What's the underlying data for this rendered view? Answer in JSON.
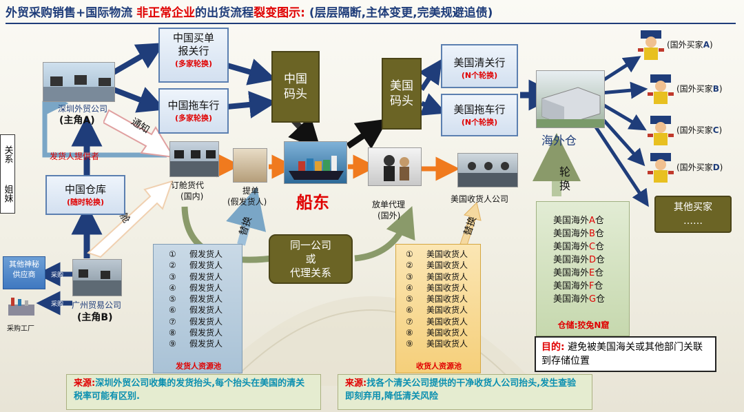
{
  "title": {
    "part1": "外贸采购销售+国际物流",
    "part2": "非正常企业",
    "part3": "的出货流程",
    "part4": "裂变图示:",
    "part5": "(层层隔断,主体变更,完美规避追债)"
  },
  "left": {
    "sz_company": "深圳外贸公司",
    "role_a": "(主角A)",
    "relation": "关系",
    "sisters": "姐妹",
    "shipper_provider": "发货人提供者",
    "warehouse": "中国仓库",
    "warehouse_sub": "(随时轮换)",
    "other_supplier": "其他神秘供应商",
    "factory": "采购工厂",
    "purchase1": "采购",
    "purchase2": "采购",
    "gz_company": "广州贸易公司",
    "role_b": "(主角B)"
  },
  "china": {
    "customs_broker": "中国买单报关行",
    "customs_sub": "(多家轮换)",
    "trucking": "中国拖车行",
    "trucking_sub": "(多家轮换)",
    "port": "中国码头",
    "notify": "通知",
    "booking": "订舱",
    "forwarder": "订舱货代",
    "forwarder_sub": "(国内)",
    "bl": "提单",
    "bl_sub": "(假发货人)",
    "ship_owner": "船东",
    "replace": "替换",
    "shipper_pool": [
      "假发货人",
      "假发货人",
      "假发货人",
      "假发货人",
      "假发货人",
      "假发货人",
      "假发货人",
      "假发货人",
      "假发货人"
    ],
    "shipper_pool_title": "发货人资源池"
  },
  "middle": {
    "same_company": "同一公司",
    "or": "或",
    "agent_relation": "代理关系"
  },
  "usa": {
    "port": "美国码头",
    "customs": "美国清关行",
    "customs_sub": "(N个轮换)",
    "trucking": "美国拖车行",
    "trucking_sub": "(N个轮换)",
    "release_agent": "放单代理",
    "release_sub": "(国外)",
    "consignee_company": "美国收货人公司",
    "replace": "替换",
    "consignee_pool": [
      "美国收货人",
      "美国收货人",
      "美国收货人",
      "美国收货人",
      "美国收货人",
      "美国收货人",
      "美国收货人",
      "美国收货人",
      "美国收货人"
    ],
    "consignee_pool_title": "收货人资源池",
    "overseas_wh": "海外仓",
    "rotate": "轮换",
    "warehouses": [
      "美国海外",
      "美国海外",
      "美国海外",
      "美国海外",
      "美国海外",
      "美国海外",
      "美国海外"
    ],
    "warehouse_letters": [
      "A",
      "B",
      "C",
      "D",
      "E",
      "F",
      "G"
    ],
    "warehouse_suffix": "仓",
    "storage": "仓储:狡兔N窟"
  },
  "buyers": {
    "list": [
      "(国外买家",
      "(国外买家",
      "(国外买家",
      "(国外买家"
    ],
    "letters": [
      "A",
      "B",
      "C",
      "D"
    ],
    "close": ")",
    "other": "其他买家",
    "dots": "……"
  },
  "purpose": {
    "label": "目的:",
    "text": "避免被美国海关或其他部门关联到存储位置"
  },
  "notes": {
    "left_label": "来源:",
    "left_text": "深圳外贸公司收集的发货抬头,每个抬头在美国的清关税率可能有区别.",
    "right_label": "来源:",
    "right_text": "找各个清关公司提供的干净收货人公司抬头,发生查验即刻弃用,降低清关风险"
  },
  "circled": [
    "①",
    "②",
    "③",
    "④",
    "⑤",
    "⑥",
    "⑦",
    "⑧",
    "⑨"
  ],
  "colors": {
    "navy": "#1f3d7a",
    "red": "#e00000",
    "olive": "#6b6425",
    "orange": "#f07a1e"
  }
}
